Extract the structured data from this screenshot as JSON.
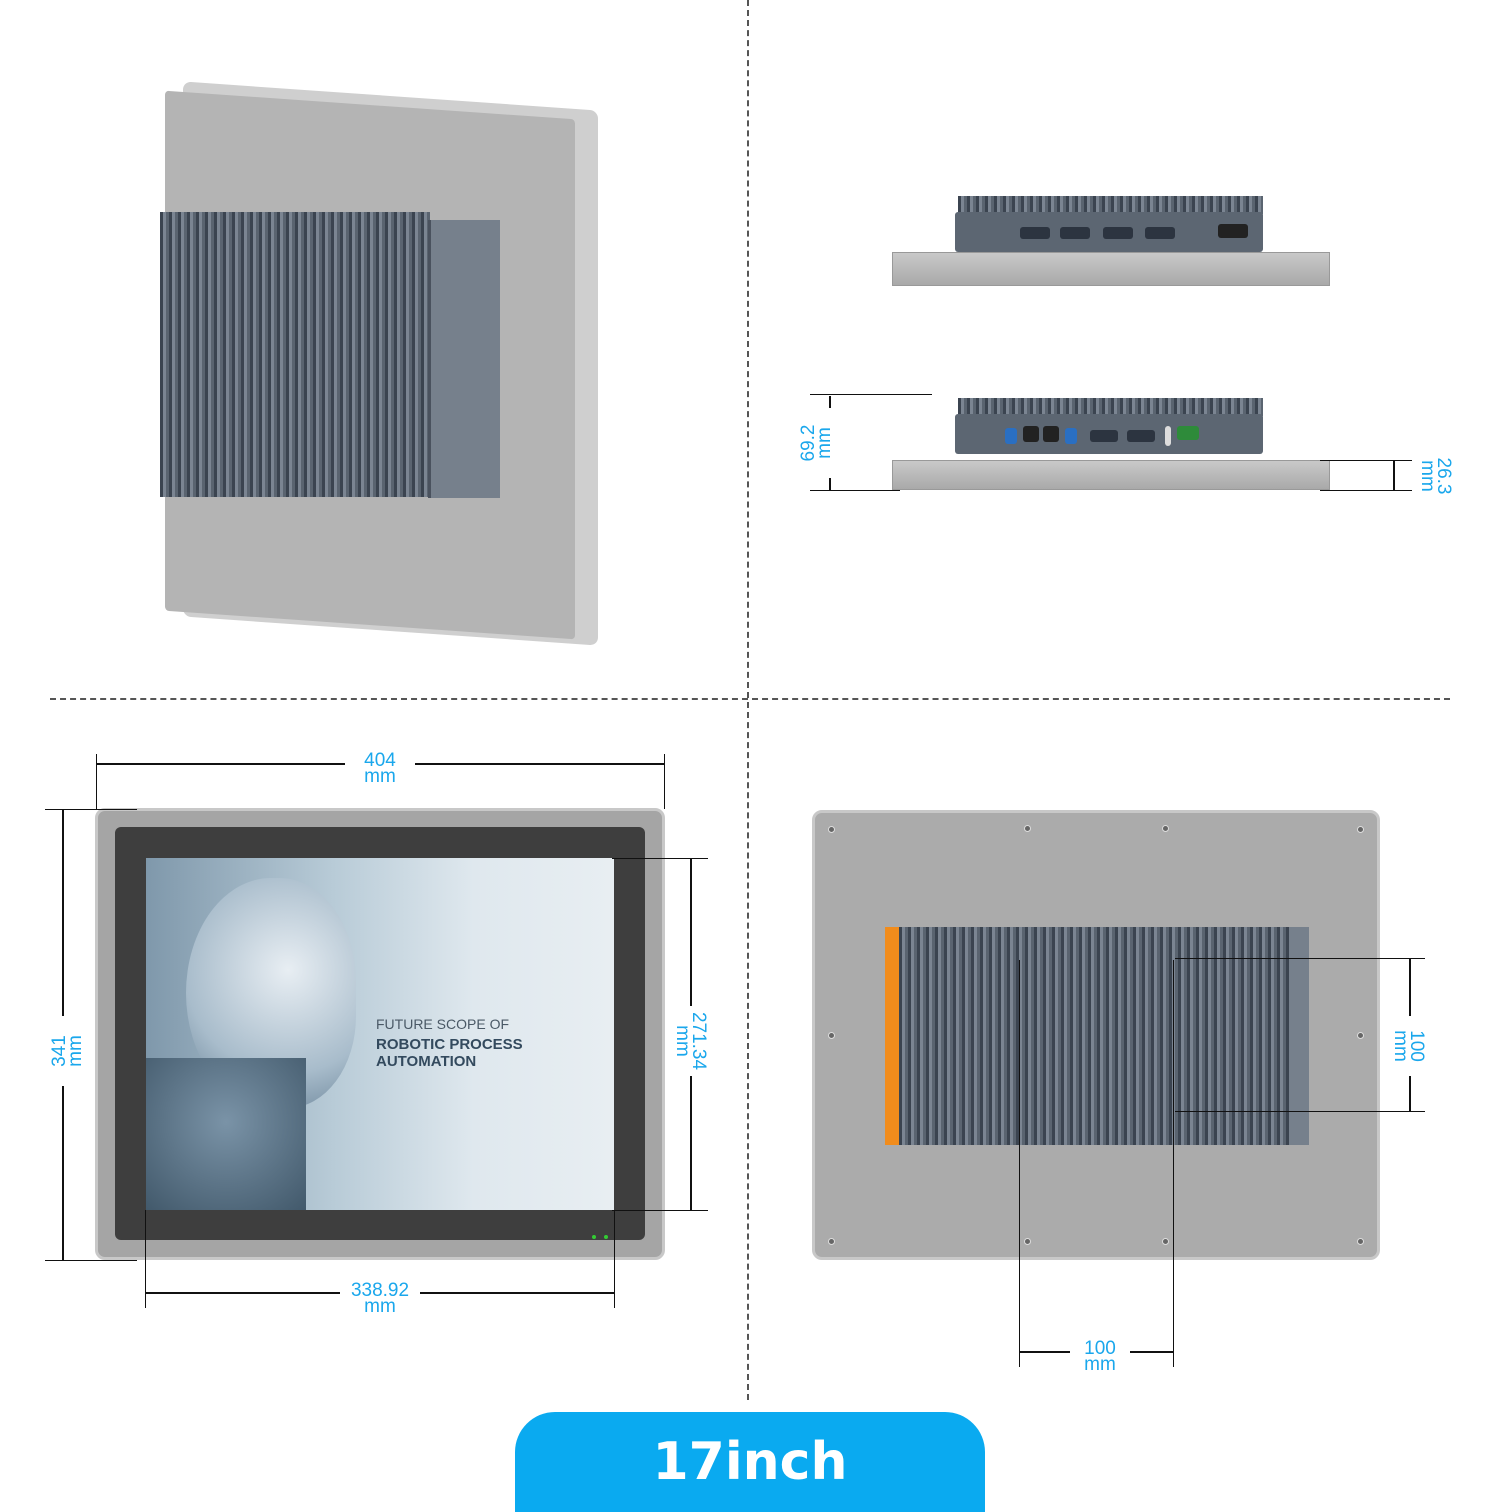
{
  "banner": {
    "label": "17inch"
  },
  "screen": {
    "line1": "FUTURE SCOPE OF",
    "line2": "ROBOTIC PROCESS AUTOMATION"
  },
  "dimensions": {
    "overall_width": {
      "value": "404",
      "unit": "mm"
    },
    "overall_height": {
      "value": "341",
      "unit": "mm"
    },
    "display_width": {
      "value": "338.92",
      "unit": "mm"
    },
    "display_height": {
      "value": "271.34",
      "unit": "mm"
    },
    "total_depth": {
      "value": "69.2",
      "unit": "mm"
    },
    "panel_depth": {
      "value": "26.3",
      "unit": "mm"
    },
    "vesa_vertical": {
      "value": "100",
      "unit": "mm"
    },
    "vesa_horizontal": {
      "value": "100",
      "unit": "mm"
    }
  },
  "colors": {
    "dimension": "#1aa7ec",
    "banner": "#0aaaf0",
    "panel": "#a9a9a9",
    "heatsink": "#5a6470"
  }
}
